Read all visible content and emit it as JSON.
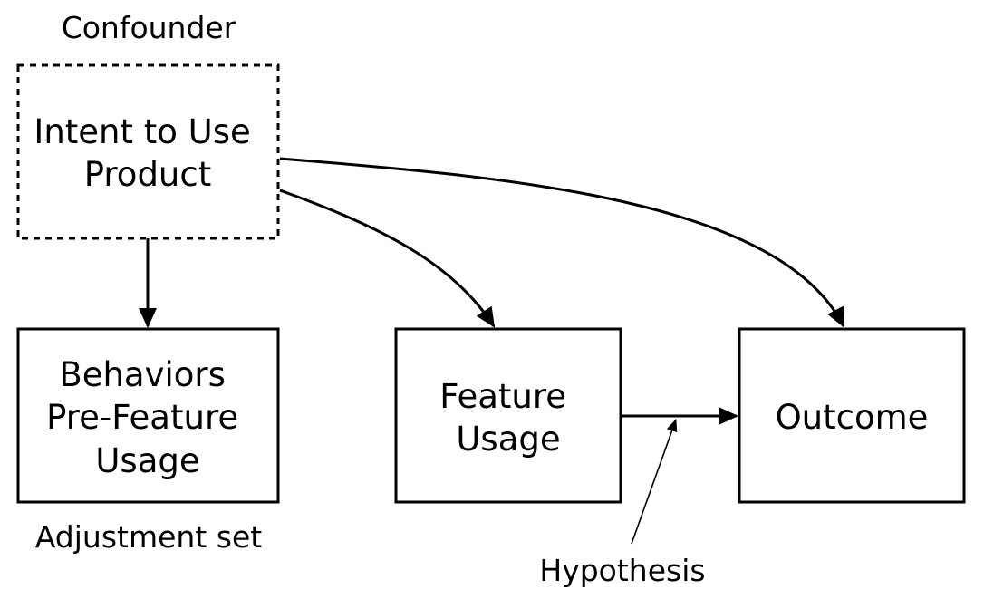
{
  "diagram": {
    "captions": {
      "confounder": "Confounder",
      "adjustment": "Adjustment set",
      "hypothesis": "Hypothesis"
    },
    "nodes": {
      "intent": {
        "lines": [
          "Intent to Use",
          "Product"
        ],
        "border": "dashed"
      },
      "behaviors": {
        "lines": [
          "Behaviors",
          "Pre-Feature",
          "Usage"
        ],
        "border": "solid"
      },
      "feature": {
        "lines": [
          "Feature",
          "Usage"
        ],
        "border": "solid"
      },
      "outcome": {
        "lines": [
          "Outcome"
        ],
        "border": "solid"
      }
    },
    "edges": [
      {
        "from": "intent",
        "to": "behaviors"
      },
      {
        "from": "intent",
        "to": "feature"
      },
      {
        "from": "intent",
        "to": "outcome"
      },
      {
        "from": "feature",
        "to": "outcome",
        "annotation": "hypothesis"
      }
    ],
    "colors": {
      "stroke": "#000000",
      "background": "#ffffff"
    }
  }
}
